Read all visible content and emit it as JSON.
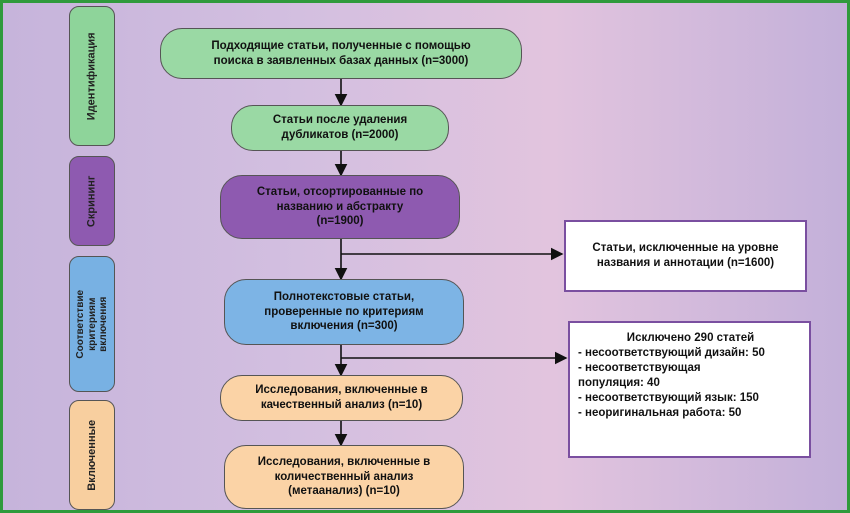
{
  "stages": {
    "identification": "Идентификация",
    "screening": "Скрининг",
    "eligibility": "Соответствие\nкритериям\nвключения",
    "included": "Включенные"
  },
  "boxes": {
    "identified": "Подходящие статьи, полученные с помощью\nпоиска в заявленных базах данных (n=3000)",
    "deduplicated": "Статьи после удаления\nдубликатов (n=2000)",
    "screened": "Статьи, отсортированные по\nназванию и абстракту\n(n=1900)",
    "fulltext": "Полнотекстовые статьи,\nпроверенные по критериям\nвключения (n=300)",
    "qualitative": "Исследования, включенные в\nкачественный анализ (n=10)",
    "quantitative": "Исследования, включенные в\nколичественный анализ\n(метаанализ) (n=10)"
  },
  "exclusions": {
    "screening": "Статьи, исключенные на уровне\nназвания и аннотации (n=1600)",
    "fulltext_title": "Исключено 290 статей",
    "fulltext_items": [
      "- несоответствующий дизайн: 50",
      "- несоответствующая\nпопуляция: 40",
      "- несоответствующий язык: 150",
      "- неоригинальная работа: 50"
    ]
  },
  "colors": {
    "frame": "#2f9a3c",
    "identification": "#8ed49a",
    "screening": "#8e5ab0",
    "eligibility": "#78b1e3",
    "included": "#f8cf9f",
    "exclusion_border": "#7a4fa0"
  }
}
